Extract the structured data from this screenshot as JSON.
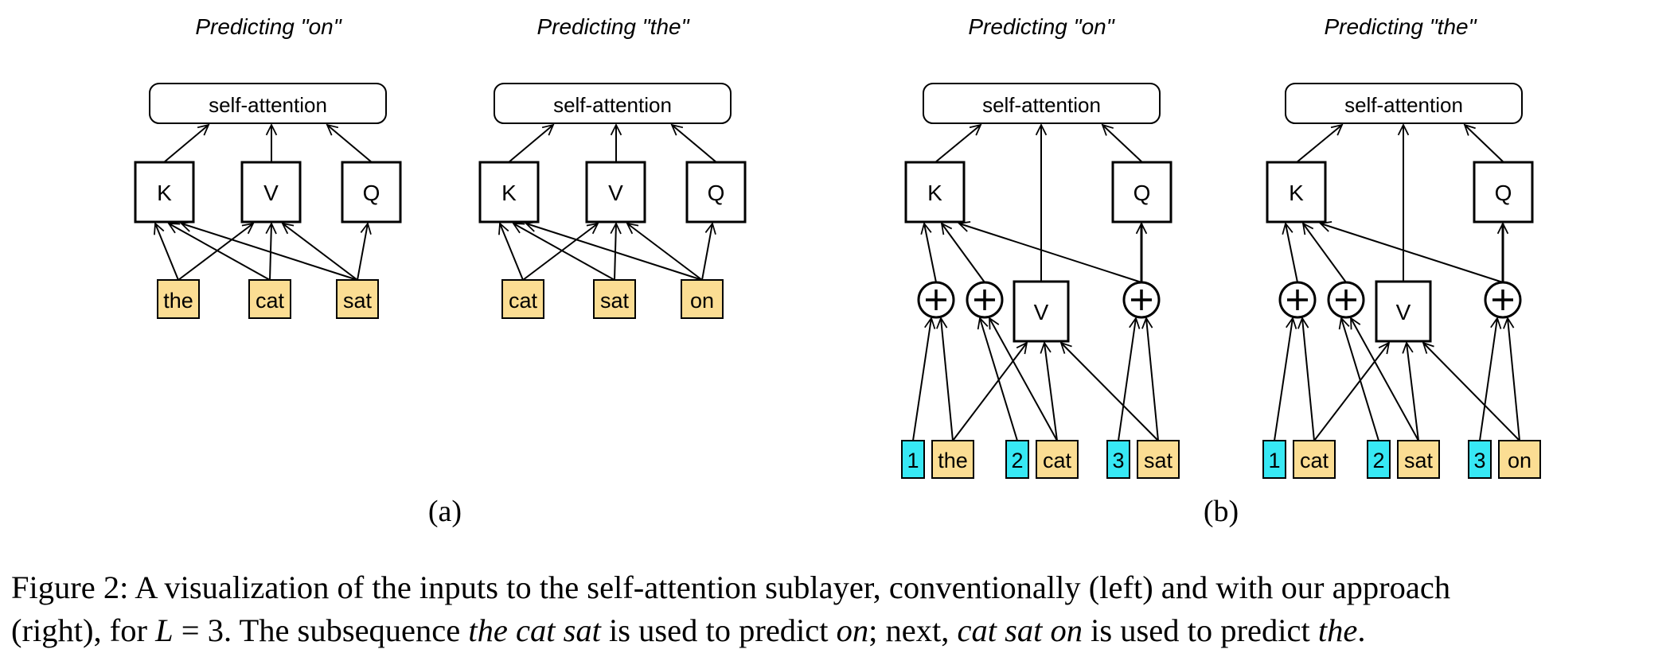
{
  "colors": {
    "token_fill": "#fbdd93",
    "position_fill": "#37e8f4",
    "stroke": "#000000",
    "background": "#ffffff"
  },
  "icons": [
    "plus-circle-icon",
    "arrow-icon"
  ],
  "panels": [
    {
      "id": "a1",
      "title": "Predicting \"on\"",
      "attention_label": "self-attention",
      "boxes": {
        "k": "K",
        "v": "V",
        "q": "Q"
      },
      "tokens": [
        "the",
        "cat",
        "sat"
      ]
    },
    {
      "id": "a2",
      "title": "Predicting \"the\"",
      "attention_label": "self-attention",
      "boxes": {
        "k": "K",
        "v": "V",
        "q": "Q"
      },
      "tokens": [
        "cat",
        "sat",
        "on"
      ]
    },
    {
      "id": "b1",
      "title": "Predicting \"on\"",
      "attention_label": "self-attention",
      "boxes": {
        "k": "K",
        "v": "V",
        "q": "Q"
      },
      "positions": [
        "1",
        "2",
        "3"
      ],
      "tokens": [
        "the",
        "cat",
        "sat"
      ]
    },
    {
      "id": "b2",
      "title": "Predicting \"the\"",
      "attention_label": "self-attention",
      "boxes": {
        "k": "K",
        "v": "V",
        "q": "Q"
      },
      "positions": [
        "1",
        "2",
        "3"
      ],
      "tokens": [
        "cat",
        "sat",
        "on"
      ]
    }
  ],
  "subfigure_labels": {
    "a": "(a)",
    "b": "(b)"
  },
  "caption": {
    "line1": "Figure 2:  A visualization of the inputs to the self-attention sublayer, conventionally (left) and with our approach",
    "line2_parts": [
      {
        "text": "(right), for ",
        "italic": false
      },
      {
        "text": "L",
        "italic": true
      },
      {
        "text": " = 3. The subsequence ",
        "italic": false
      },
      {
        "text": "the cat sat",
        "italic": true
      },
      {
        "text": " is used to predict ",
        "italic": false
      },
      {
        "text": "on",
        "italic": true
      },
      {
        "text": "; next, ",
        "italic": false
      },
      {
        "text": "cat sat on",
        "italic": true
      },
      {
        "text": " is used to predict ",
        "italic": false
      },
      {
        "text": "the",
        "italic": true
      },
      {
        "text": ".",
        "italic": false
      }
    ]
  }
}
